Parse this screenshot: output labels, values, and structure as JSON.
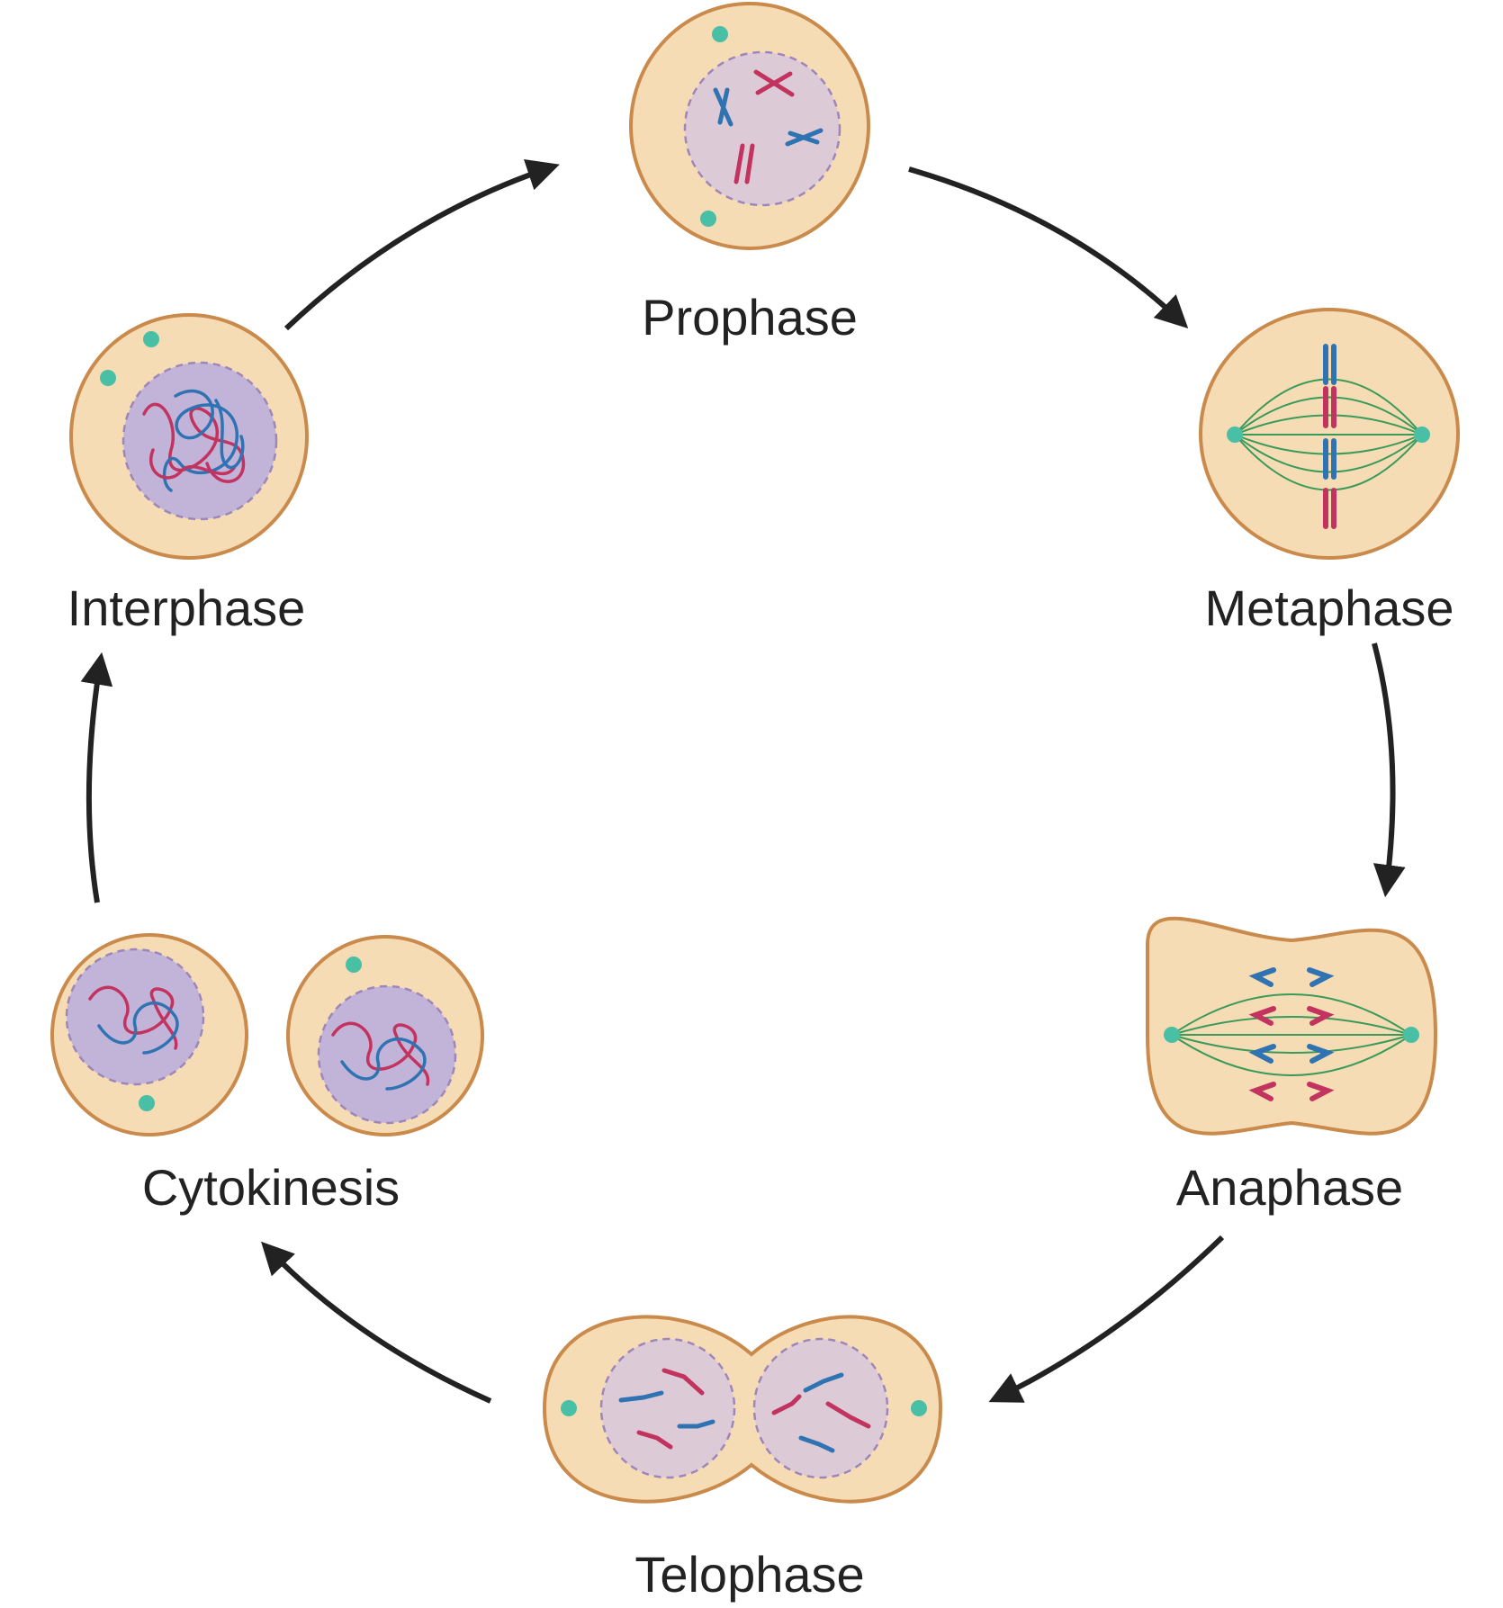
{
  "colors": {
    "cytoplasm": "#f6dcb4",
    "membrane": "#c98a4c",
    "nucleus_interphase": "#c2b4d8",
    "nucleus_prophase": "#dccbd6",
    "nucleus_border": "#9d86b9",
    "chromosome_blue": "#2f73b3",
    "chromosome_red": "#c2335f",
    "spindle": "#3a9a5a",
    "centrosome": "#49bfa5",
    "arrow": "#222222"
  },
  "stages": {
    "prophase": "Prophase",
    "metaphase": "Metaphase",
    "anaphase": "Anaphase",
    "telophase": "Telophase",
    "cytokinesis": "Cytokinesis",
    "interphase": "Interphase"
  }
}
